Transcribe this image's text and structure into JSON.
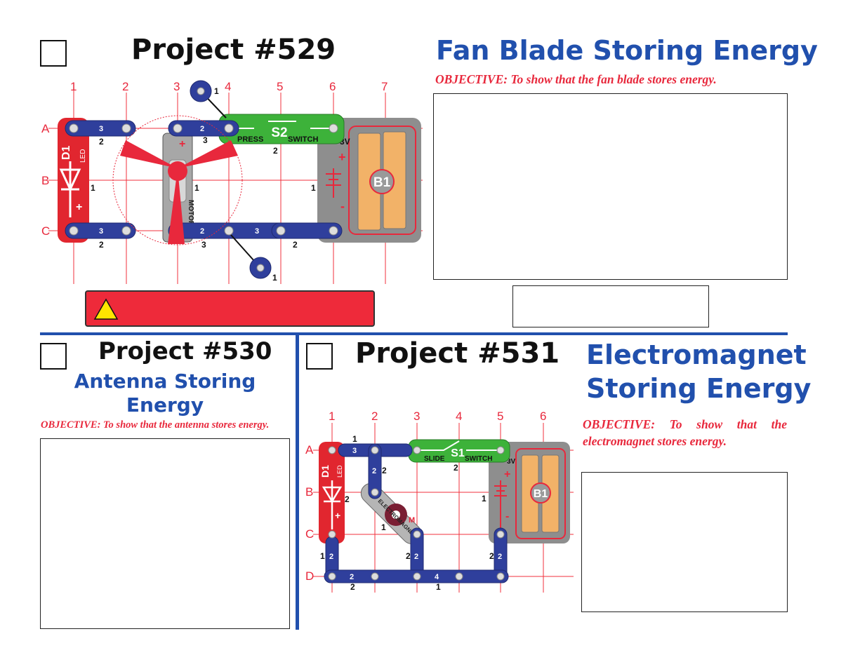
{
  "p529": {
    "title": "Project #529",
    "subtitle": "Fan Blade Storing Energy",
    "objective": "OBJECTIVE:  To show that the fan blade stores energy.",
    "diagram": {
      "cols": [
        "1",
        "2",
        "3",
        "4",
        "5",
        "6",
        "7"
      ],
      "rows": [
        "A",
        "B",
        "C"
      ],
      "led_label": "D1",
      "led_sub": "LED",
      "switch_label": "S2",
      "switch_left": "PRESS",
      "switch_right": "SWITCH",
      "battery_label": "B1",
      "battery_volt": "3V",
      "motor_label": "MOTOR",
      "plus": "+",
      "minus": "-",
      "wire_nums": {
        "w3": "3",
        "w2": "2",
        "w1": "1"
      },
      "level_nums": {
        "l1": "1",
        "l2": "2",
        "l3": "3"
      }
    },
    "warning_icon": "warning-triangle-icon"
  },
  "p530": {
    "title": "Project #530",
    "subtitle_line1": "Antenna Storing",
    "subtitle_line2": "Energy",
    "objective": "OBJECTIVE:  To show that the antenna stores energy."
  },
  "p531": {
    "title": "Project #531",
    "subtitle_line1": "Electromagnet",
    "subtitle_line2": "Storing Energy",
    "objective": "OBJECTIVE:   To show that the electromagnet stores energy.",
    "diagram": {
      "cols": [
        "1",
        "2",
        "3",
        "4",
        "5",
        "6"
      ],
      "rows": [
        "A",
        "B",
        "C",
        "D"
      ],
      "led_label": "D1",
      "led_sub": "LED",
      "switch_label": "S1",
      "switch_left": "SLIDE",
      "switch_right": "SWITCH",
      "battery_label": "B1",
      "battery_volt": "3V",
      "magnet_label": "ELECTROMAGNET",
      "magnet_mark": "M",
      "plus": "+",
      "minus": "-",
      "wire_nums": {
        "w2": "2",
        "w3": "3",
        "w4": "4"
      },
      "level_nums": {
        "l1": "1",
        "l2": "2"
      }
    }
  },
  "colors": {
    "title_blue": "#2150ad",
    "objective_red": "#e8283c",
    "warning_red": "#ee2a3a",
    "warning_yellow": "#ffe500"
  }
}
